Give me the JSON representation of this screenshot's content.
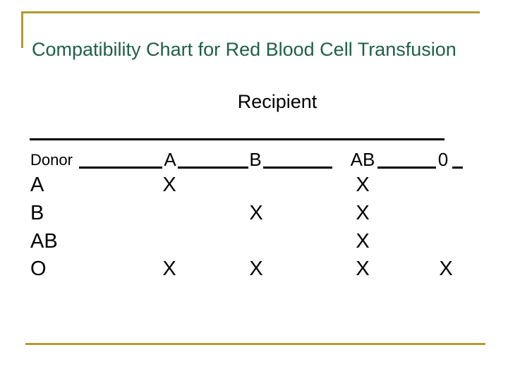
{
  "slide": {
    "title": "Compatibility Chart for Red Blood Cell Transfusion",
    "recipient_label": "Recipient",
    "donor_label": "Donor",
    "columns": [
      "A",
      "B",
      "AB",
      "0"
    ],
    "rows": [
      {
        "label": "A",
        "marks": [
          "X",
          "",
          "X",
          ""
        ]
      },
      {
        "label": "B",
        "marks": [
          "",
          "X",
          "X",
          ""
        ]
      },
      {
        "label": "AB",
        "marks": [
          "",
          "",
          "X",
          ""
        ]
      },
      {
        "label": "O",
        "marks": [
          "X",
          "X",
          "X",
          "X"
        ]
      }
    ],
    "mark_symbol": "X"
  },
  "colors": {
    "accent_gold": "#B29A30",
    "title_green": "#1E5F4A",
    "text": "#000000",
    "background": "#FFFFFF"
  },
  "chart_data": {
    "type": "table",
    "title": "Compatibility Chart for Red Blood Cell Transfusion",
    "column_group": "Recipient",
    "row_group": "Donor",
    "columns": [
      "A",
      "B",
      "AB",
      "0"
    ],
    "rows": [
      {
        "donor": "A",
        "marks": [
          "X",
          "",
          "X",
          ""
        ],
        "compatible_recipients": [
          "A",
          "AB"
        ]
      },
      {
        "donor": "B",
        "marks": [
          "",
          "X",
          "X",
          ""
        ],
        "compatible_recipients": [
          "B",
          "AB"
        ]
      },
      {
        "donor": "AB",
        "marks": [
          "",
          "",
          "X",
          ""
        ],
        "compatible_recipients": [
          "AB"
        ]
      },
      {
        "donor": "O",
        "marks": [
          "X",
          "X",
          "X",
          "X"
        ],
        "compatible_recipients": [
          "A",
          "B",
          "AB",
          "0"
        ]
      }
    ],
    "mark_symbol": "X"
  }
}
